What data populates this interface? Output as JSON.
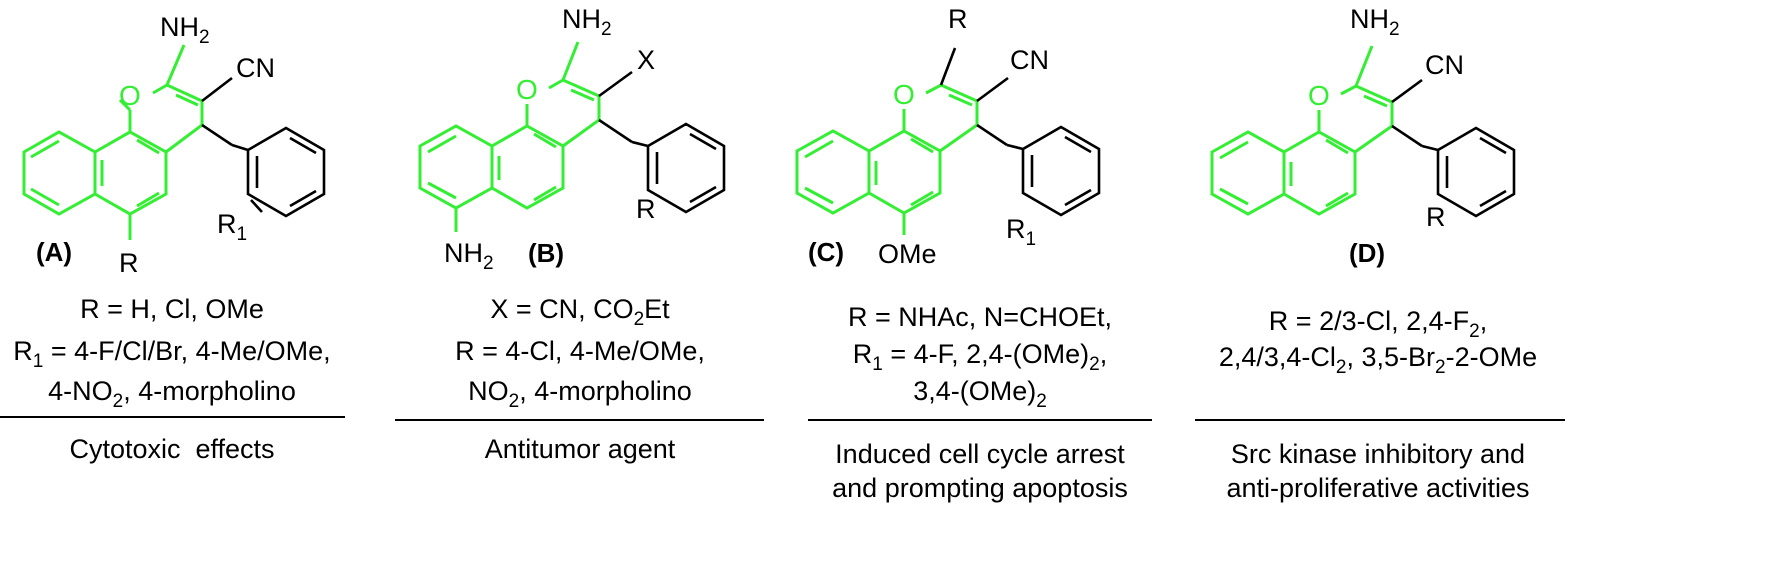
{
  "compounds": [
    {
      "id": "A",
      "label": "(A)",
      "structure": {
        "nh2": "NH",
        "nh2_sub": "2",
        "cn": "CN",
        "ring_o": "O",
        "r_sub_label": "R",
        "r_sub_sub": "1",
        "r_label": "R"
      },
      "substituents": [
        {
          "parts": [
            {
              "t": "R = H, Cl, OMe"
            }
          ]
        },
        {
          "parts": [
            {
              "t": "R"
            },
            {
              "t": "1",
              "sub": true
            },
            {
              "t": " = 4-F/Cl/Br, 4-Me/OMe,"
            }
          ]
        },
        {
          "parts": [
            {
              "t": "4-NO"
            },
            {
              "t": "2",
              "sub": true
            },
            {
              "t": ", 4-morpholino"
            }
          ]
        }
      ],
      "activity": [
        "Cytotoxic  effects"
      ]
    },
    {
      "id": "B",
      "label": "(B)",
      "structure": {
        "nh2": "NH",
        "nh2_sub": "2",
        "x": "X",
        "ring_o": "O",
        "r_label": "R",
        "nh2_bottom": "NH",
        "nh2_bottom_sub": "2"
      },
      "substituents": [
        {
          "parts": [
            {
              "t": "X = CN, CO"
            },
            {
              "t": "2",
              "sub": true
            },
            {
              "t": "Et"
            }
          ]
        },
        {
          "parts": [
            {
              "t": "R = 4-Cl, 4-Me/OMe,"
            }
          ]
        },
        {
          "parts": [
            {
              "t": "NO"
            },
            {
              "t": "2",
              "sub": true
            },
            {
              "t": ", 4-morpholino"
            }
          ]
        }
      ],
      "activity": [
        "Antitumor agent"
      ]
    },
    {
      "id": "C",
      "label": "(C)",
      "structure": {
        "r_top": "R",
        "cn": "CN",
        "ring_o": "O",
        "ome": "OMe",
        "r_sub_label": "R",
        "r_sub_sub": "1"
      },
      "substituents": [
        {
          "parts": [
            {
              "t": "R = NHAc, N=CHOEt,"
            }
          ]
        },
        {
          "parts": [
            {
              "t": "R"
            },
            {
              "t": "1",
              "sub": true
            },
            {
              "t": " = 4-F, 2,4-(OMe)"
            },
            {
              "t": "2",
              "sub": true
            },
            {
              "t": ","
            }
          ]
        },
        {
          "parts": [
            {
              "t": "3,4-(OMe)"
            },
            {
              "t": "2",
              "sub": true
            }
          ]
        }
      ],
      "activity": [
        "Induced cell cycle arrest",
        "and prompting apoptosis"
      ]
    },
    {
      "id": "D",
      "label": "(D)",
      "structure": {
        "nh2": "NH",
        "nh2_sub": "2",
        "cn": "CN",
        "ring_o": "O",
        "r_label": "R"
      },
      "substituents": [
        {
          "parts": [
            {
              "t": "R = 2/3-Cl, 2,4-F"
            },
            {
              "t": "2",
              "sub": true
            },
            {
              "t": ","
            }
          ]
        },
        {
          "parts": [
            {
              "t": "2,4/3,4-Cl"
            },
            {
              "t": "2",
              "sub": true
            },
            {
              "t": ", 3,5-Br"
            },
            {
              "t": "2",
              "sub": true
            },
            {
              "t": "-2-OMe"
            }
          ]
        }
      ],
      "activity": [
        "Src kinase inhibitory and",
        "anti-proliferative activities"
      ]
    }
  ],
  "colors": {
    "highlight": "#33ee33",
    "line": "#000000"
  }
}
